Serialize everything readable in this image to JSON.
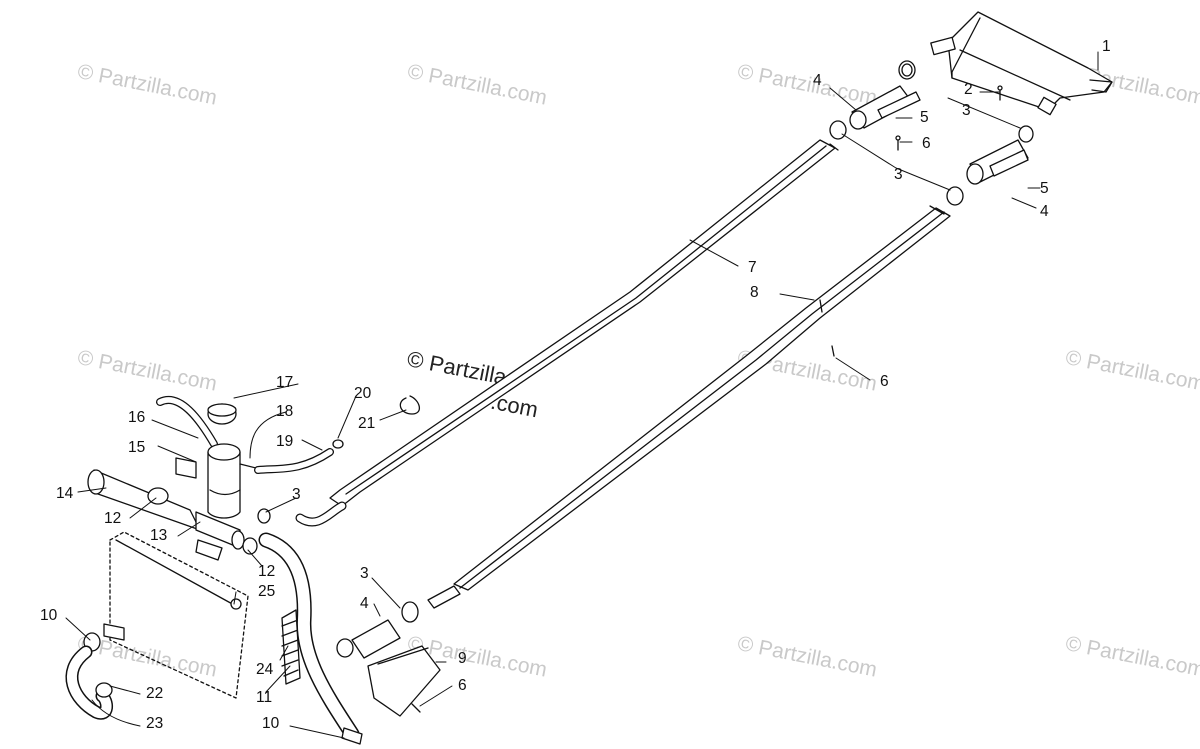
{
  "watermark": {
    "repeat_text": "© Partzilla.com",
    "center_line1": "© Partzilla",
    "center_line2": ".com"
  },
  "callouts": [
    {
      "id": "c1",
      "label": "1"
    },
    {
      "id": "c2",
      "label": "2"
    },
    {
      "id": "c3a",
      "label": "3"
    },
    {
      "id": "c4a",
      "label": "4"
    },
    {
      "id": "c5a",
      "label": "5"
    },
    {
      "id": "c6a",
      "label": "6"
    },
    {
      "id": "c3b",
      "label": "3"
    },
    {
      "id": "c5b",
      "label": "5"
    },
    {
      "id": "c4b",
      "label": "4"
    },
    {
      "id": "c7",
      "label": "7"
    },
    {
      "id": "c8",
      "label": "8"
    },
    {
      "id": "c6b",
      "label": "6"
    },
    {
      "id": "c17",
      "label": "17"
    },
    {
      "id": "c16",
      "label": "16"
    },
    {
      "id": "c18",
      "label": "18"
    },
    {
      "id": "c20",
      "label": "20"
    },
    {
      "id": "c21",
      "label": "21"
    },
    {
      "id": "c15",
      "label": "15"
    },
    {
      "id": "c19",
      "label": "19"
    },
    {
      "id": "c14",
      "label": "14"
    },
    {
      "id": "c3c",
      "label": "3"
    },
    {
      "id": "c12a",
      "label": "12"
    },
    {
      "id": "c13",
      "label": "13"
    },
    {
      "id": "c12b",
      "label": "12"
    },
    {
      "id": "c25",
      "label": "25"
    },
    {
      "id": "c3d",
      "label": "3"
    },
    {
      "id": "c4c",
      "label": "4"
    },
    {
      "id": "c10a",
      "label": "10"
    },
    {
      "id": "c9",
      "label": "9"
    },
    {
      "id": "c24",
      "label": "24"
    },
    {
      "id": "c6c",
      "label": "6"
    },
    {
      "id": "c22",
      "label": "22"
    },
    {
      "id": "c11",
      "label": "11"
    },
    {
      "id": "c23",
      "label": "23"
    },
    {
      "id": "c10b",
      "label": "10"
    }
  ]
}
